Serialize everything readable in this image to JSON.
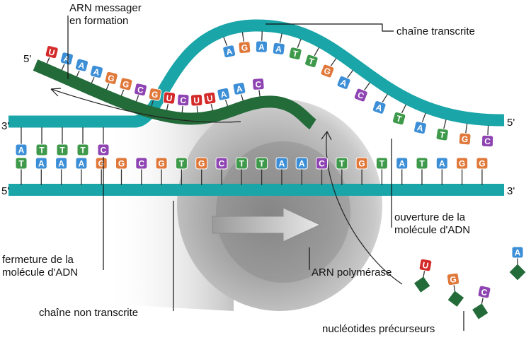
{
  "labels": {
    "arn_messager_l1": "ARN messager",
    "arn_messager_l2": "en formation",
    "chaine_transcrite": "chaîne transcrite",
    "ouverture_l1": "ouverture de la",
    "ouverture_l2": "molécule d'ADN",
    "fermeture_l1": "fermeture de la",
    "fermeture_l2": "molécule d'ADN",
    "arn_polymerase": "ARN polymérase",
    "chaine_non_transcrite": "chaîne non transcrite",
    "nucleotides": "nucléotides précurseurs"
  },
  "strand_ends": {
    "top_left": "3'",
    "top_right": "5'",
    "bottom_left": "5'",
    "bottom_right": "3'",
    "rna_end": "5'"
  },
  "sequences": {
    "template_left": [
      "A",
      "T",
      "T",
      "T",
      "C"
    ],
    "template_bubble": [
      "A",
      "G",
      "A",
      "A",
      "T",
      "T",
      "G",
      "A",
      "C",
      "A",
      "T",
      "A",
      "T",
      "G",
      "C"
    ],
    "mrna": [
      "U",
      "A",
      "A",
      "A",
      "G",
      "G",
      "C",
      "G",
      "U",
      "C",
      "U",
      "U",
      "A",
      "A",
      "C"
    ],
    "coding": [
      "T",
      "A",
      "A",
      "A",
      "G",
      "G",
      "C",
      "G",
      "T",
      "G",
      "C",
      "T",
      "T",
      "A",
      "A",
      "C",
      "T",
      "G",
      "T",
      "A",
      "T",
      "A",
      "G",
      "G"
    ],
    "free_nucleotides": [
      "U",
      "G",
      "C",
      "A"
    ]
  },
  "colors": {
    "A": "#3c8fd6",
    "T": "#3e9a4a",
    "U": "#d42a2a",
    "G": "#e0783a",
    "C": "#8e44b2",
    "dna_strand": "#1aa5a8",
    "rna_strand": "#246b3a",
    "polymerase": "#9a9a9a"
  }
}
